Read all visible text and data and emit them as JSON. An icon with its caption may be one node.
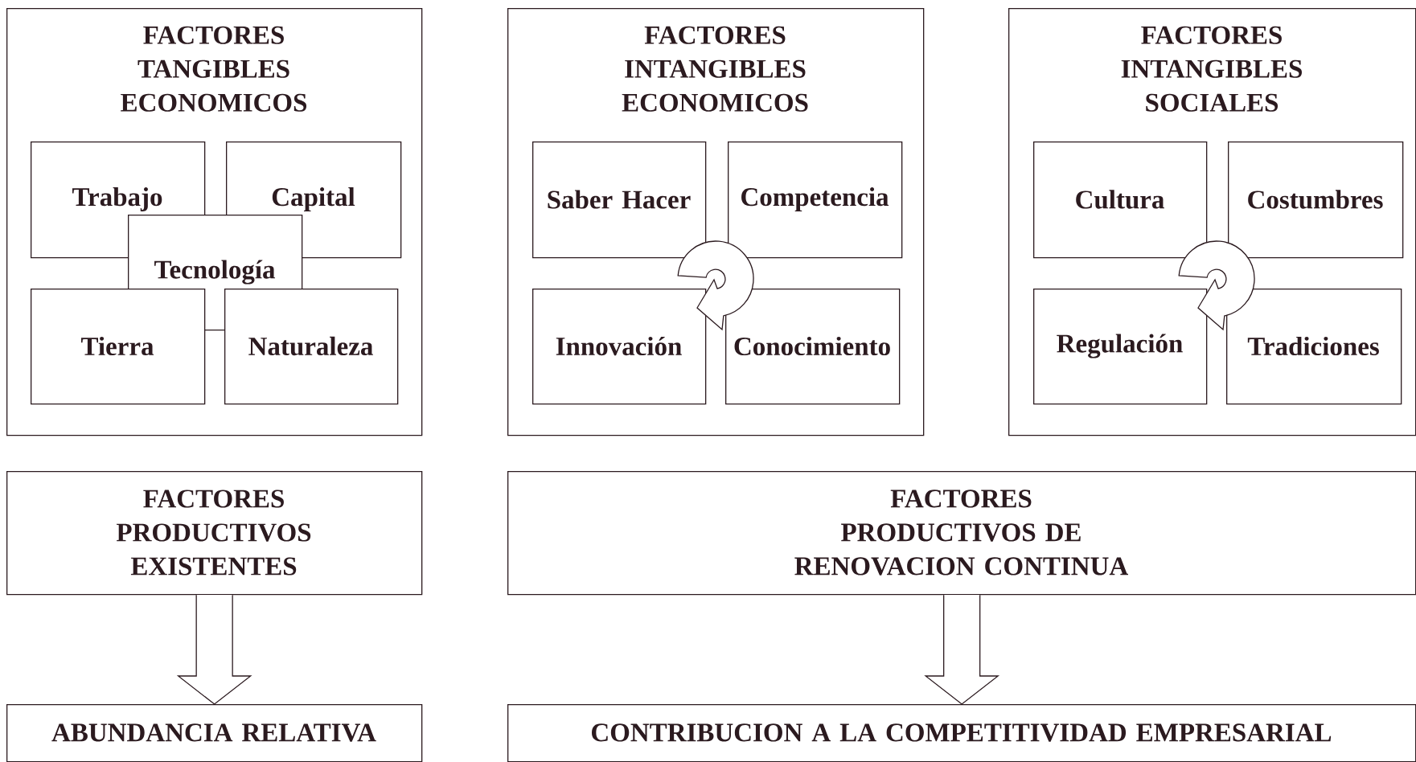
{
  "diagram": {
    "nodes": [
      {
        "text": [
          "FACTORES TANGIBLES ECONOMICOS"
        ]
      },
      {
        "text": [
          "Trabajo"
        ],
        "in": 0
      },
      {
        "text": [
          "Capital"
        ],
        "in": 0
      },
      {
        "text": [
          "Tecnología"
        ],
        "in": 0
      },
      {
        "text": [
          "Tierra"
        ],
        "in": 0
      },
      {
        "text": [
          "Naturaleza"
        ],
        "in": 0
      },
      {
        "text": [
          "FACTORES INTANGIBLES ECONOMICOS"
        ]
      },
      {
        "text": [
          "Saber Hacer"
        ],
        "in": 6
      },
      {
        "text": [
          "Competencia"
        ],
        "in": 6
      },
      {
        "text": [
          "Innovación"
        ],
        "in": 6
      },
      {
        "text": [
          "Conocimiento"
        ],
        "in": 6
      },
      {
        "text": [
          "FACTORES INTANGIBLES SOCIALES"
        ]
      },
      {
        "text": [
          "Cultura"
        ],
        "in": 11
      },
      {
        "text": [
          "Costumbres"
        ],
        "in": 11
      },
      {
        "text": [
          "Regulación"
        ],
        "in": 11
      },
      {
        "text": [
          "Tradiciones"
        ],
        "in": 11
      },
      {
        "text": [
          "FACTORES PRODUCTIVOS EXISTENTES"
        ]
      },
      {
        "text": [
          "FACTORES PRODUCTIVOS DE RENOVACION CONTINUA"
        ]
      },
      {
        "text": [
          "ABUNDANCIA RELATIVA"
        ]
      },
      {
        "text": [
          "CONTRIBUCION A LA COMPETITIVIDAD EMPRESARIAL"
        ]
      }
    ],
    "edges": [
      {
        "from": 16,
        "to": 18,
        "arrow": "to"
      },
      {
        "from": 17,
        "to": 19,
        "arrow": "to"
      }
    ]
  }
}
